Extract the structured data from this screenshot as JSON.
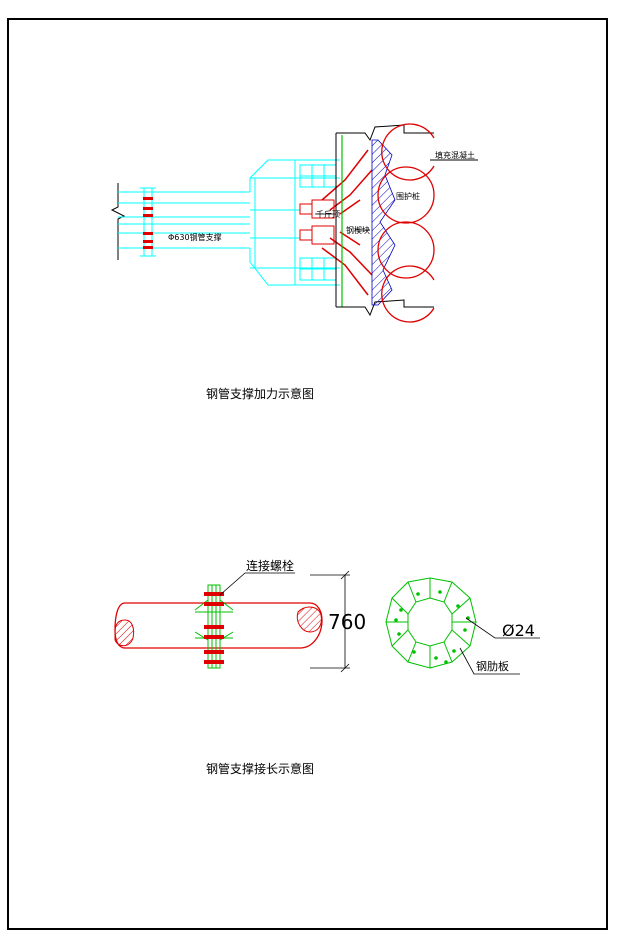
{
  "figure1": {
    "caption": "钢管支撑加力示意图",
    "labels": {
      "fill_concrete": "填充混凝土",
      "pile": "围护桩",
      "jack": "千斤顶",
      "steel_wedge": "钢楔块",
      "pipe_strut": "Φ630钢管支撑"
    }
  },
  "figure2": {
    "caption": "钢管支撑接长示意图",
    "labels": {
      "bolt": "连接螺栓",
      "dimension": "760",
      "diameter": "Ø24",
      "rib_plate": "钢肋板"
    }
  },
  "colors": {
    "strut": "#00ffff",
    "red": "#e00000",
    "green": "#00c000",
    "frame": "#000000"
  }
}
